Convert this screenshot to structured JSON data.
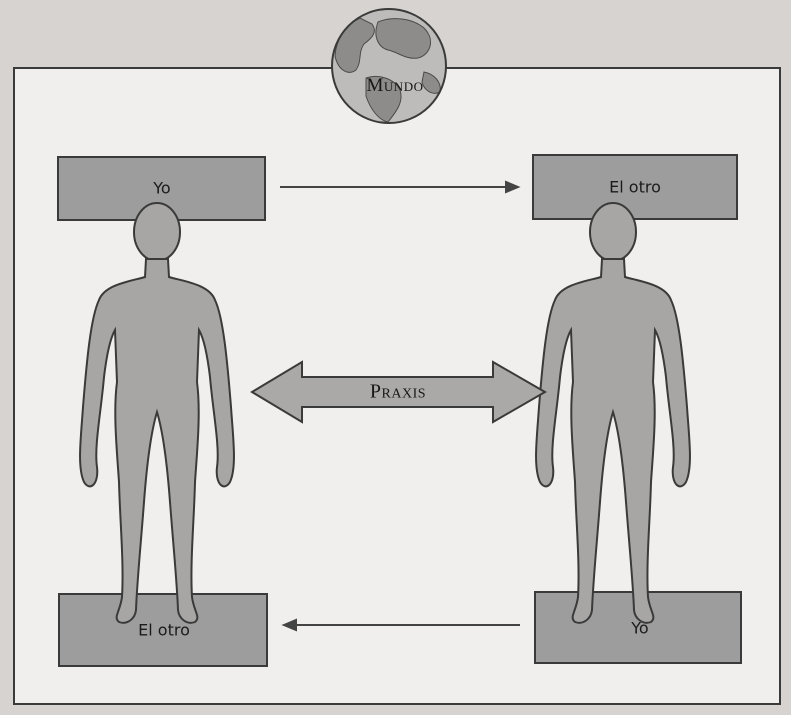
{
  "diagram": {
    "world_label": "Mundo",
    "praxis_label": "Praxis",
    "top_left_box": "Yo",
    "top_right_box": "El otro",
    "bottom_left_box": "El otro",
    "bottom_right_box": "Yo"
  },
  "colors": {
    "page": "#d6d3d0",
    "frame": "#f0efed",
    "box_fill": "#9d9d9d",
    "figure_fill": "#a7a6a4",
    "ocean": "#bdbcba",
    "land": "#8d8c8a",
    "stroke": "#3a3a3a"
  }
}
